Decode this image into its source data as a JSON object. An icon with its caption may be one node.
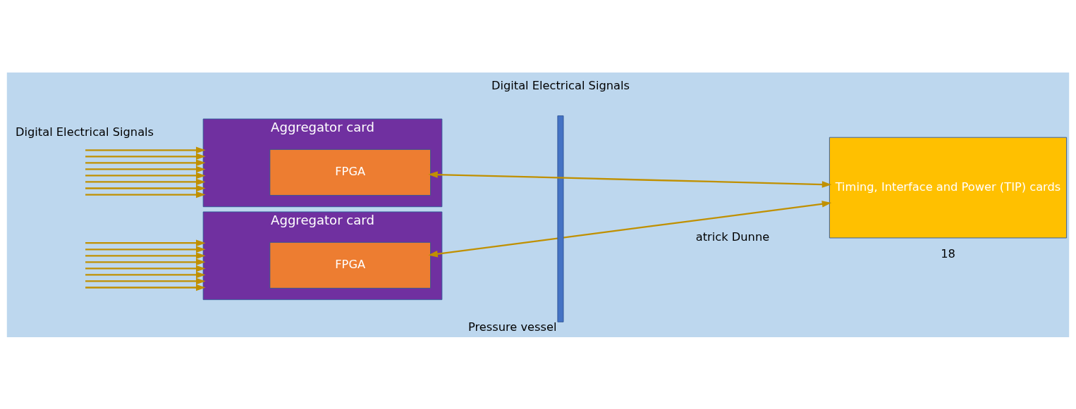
{
  "diagram": {
    "nodes": [
      {
        "text": [
          "Aggregator card"
        ]
      },
      {
        "text": [
          "FPGA"
        ],
        "in": 0
      },
      {
        "text": [
          "Aggregator card"
        ]
      },
      {
        "text": [
          "FPGA"
        ],
        "in": 2
      },
      {
        "text": [
          "Timing, Interface and Power (TIP) cards"
        ]
      },
      {
        "text": [],
        "shape": "bar",
        "beside": [
          "Pressure vessel"
        ]
      }
    ],
    "edges": [
      {
        "from": null,
        "to": 0,
        "arrow": "to"
      },
      {
        "from": null,
        "to": 0,
        "arrow": "to"
      },
      {
        "from": null,
        "to": 0,
        "arrow": "to"
      },
      {
        "from": null,
        "to": 0,
        "arrow": "to"
      },
      {
        "from": null,
        "to": 0,
        "arrow": "to"
      },
      {
        "from": null,
        "to": 0,
        "arrow": "to"
      },
      {
        "from": null,
        "to": 0,
        "arrow": "to"
      },
      {
        "from": null,
        "to": 0,
        "arrow": "to"
      },
      {
        "from": null,
        "to": 2,
        "arrow": "to"
      },
      {
        "from": null,
        "to": 2,
        "arrow": "to"
      },
      {
        "from": null,
        "to": 2,
        "arrow": "to"
      },
      {
        "from": null,
        "to": 2,
        "arrow": "to"
      },
      {
        "from": null,
        "to": 2,
        "arrow": "to"
      },
      {
        "from": null,
        "to": 2,
        "arrow": "to"
      },
      {
        "from": null,
        "to": 2,
        "arrow": "to"
      },
      {
        "from": null,
        "to": 2,
        "arrow": "to"
      },
      {
        "from": 1,
        "to": 4,
        "arrow": "both"
      },
      {
        "from": 3,
        "to": 4,
        "arrow": "both"
      }
    ],
    "labels": [
      "Digital Electrical Signals",
      "Digital Electrical Signals",
      "atrick Dunne",
      "18"
    ]
  }
}
